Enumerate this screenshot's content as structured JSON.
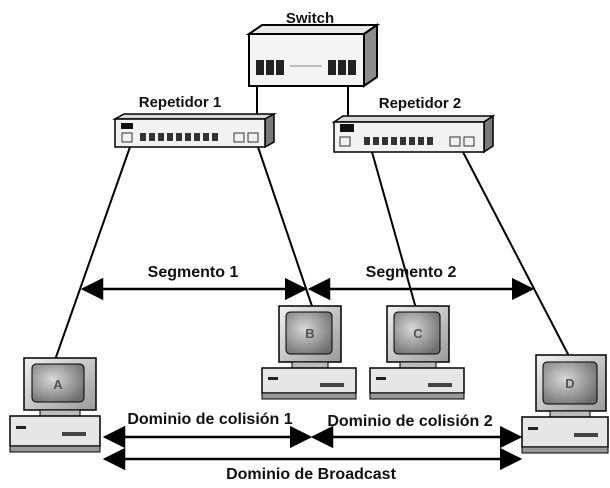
{
  "diagram": {
    "switch_label": "Switch",
    "repeater1_label": "Repetidor 1",
    "repeater2_label": "Repetidor 2",
    "segment1_label": "Segmento 1",
    "segment2_label": "Segmento 2",
    "collision1_label": "Dominio de colisión 1",
    "collision2_label": "Dominio de colisión 2",
    "broadcast_label": "Dominio de Broadcast",
    "pc_a_label": "A",
    "pc_b_label": "B",
    "pc_c_label": "C",
    "pc_d_label": "D"
  }
}
